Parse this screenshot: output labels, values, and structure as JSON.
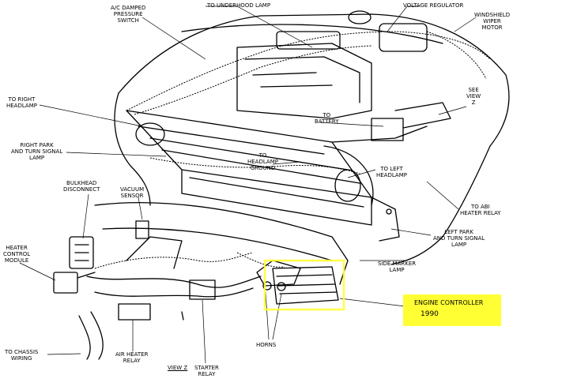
{
  "colors": {
    "highlight": "#ffff33",
    "ink": "#000000"
  },
  "labels": {
    "ac_damped_pressure_switch": "A/C DAMPED\nPRESSURE\nSWITCH",
    "to_underhood_lamp": "TO UNDERHOOD LAMP",
    "voltage_regulator": "VOLTAGE REGULATOR",
    "windshield_wiper_motor": "WINDSHIELD\nWIPER\nMOTOR",
    "see_view_z": "SEE\nVIEW\nZ",
    "to_right_headlamp": "TO RIGHT\nHEADLAMP",
    "to_battery": "TO\nBATTERY",
    "right_park_turn_signal_lamp": "RIGHT PARK\nAND TURN SIGNAL\nLAMP",
    "to_headlamp_ground": "TO\nHEADLAMP\nGROUND",
    "to_left_headlamp": "TO LEFT\nHEADLAMP",
    "bulkhead_disconnect": "BULKHEAD\nDISCONNECT",
    "vacuum_sensor": "VACUUM\nSENSOR",
    "to_abi_heater_relay": "TO ABI\nHEATER RELAY",
    "left_park_turn_signal_lamp": "LEFT PARK\nAND TURN SIGNAL\nLAMP",
    "heater_control_module": "HEATER\nCONTROL\nMODULE",
    "side_marker_lamp": "SIDE MARKER\nLAMP",
    "horns": "HORNS",
    "to_chassis_wiring": "TO CHASSIS\nWIRING",
    "air_heater_relay": "AIR HEATER\nRELAY",
    "view_z": "VIEW Z",
    "starter_relay": "STARTER\nRELAY"
  },
  "callout": {
    "title": "ENGINE CONTROLLER",
    "year": "1990"
  }
}
